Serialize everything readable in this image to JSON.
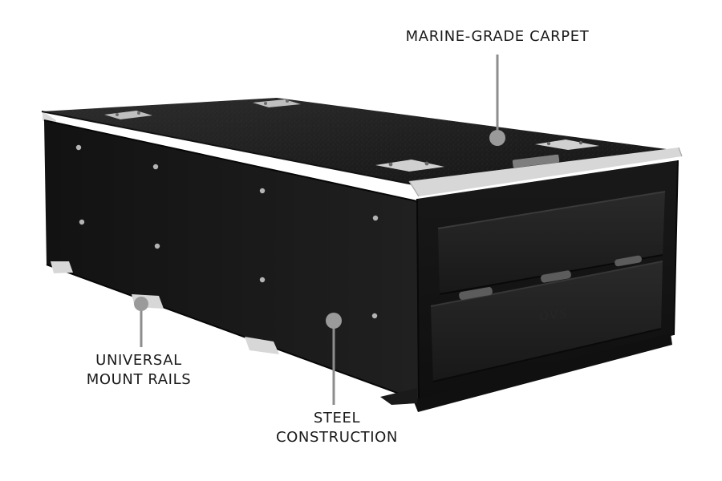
{
  "image": {
    "subject": "vehicle drawer storage system",
    "colors": {
      "background": "#ffffff",
      "body": "#1b1b1b",
      "carpet": "#242424",
      "trim": "#cfcfcf",
      "callout_dot": "#9a9a9a",
      "callout_line": "#8d8d8d",
      "label_text": "#1a1a1a"
    }
  },
  "callouts": {
    "carpet": {
      "line1": "MARINE-GRADE CARPET"
    },
    "rails": {
      "line1": "UNIVERSAL",
      "line2": "MOUNT RAILS"
    },
    "steel": {
      "line1": "STEEL",
      "line2": "CONSTRUCTION"
    }
  },
  "product": {
    "brand_mark": "OVS"
  }
}
